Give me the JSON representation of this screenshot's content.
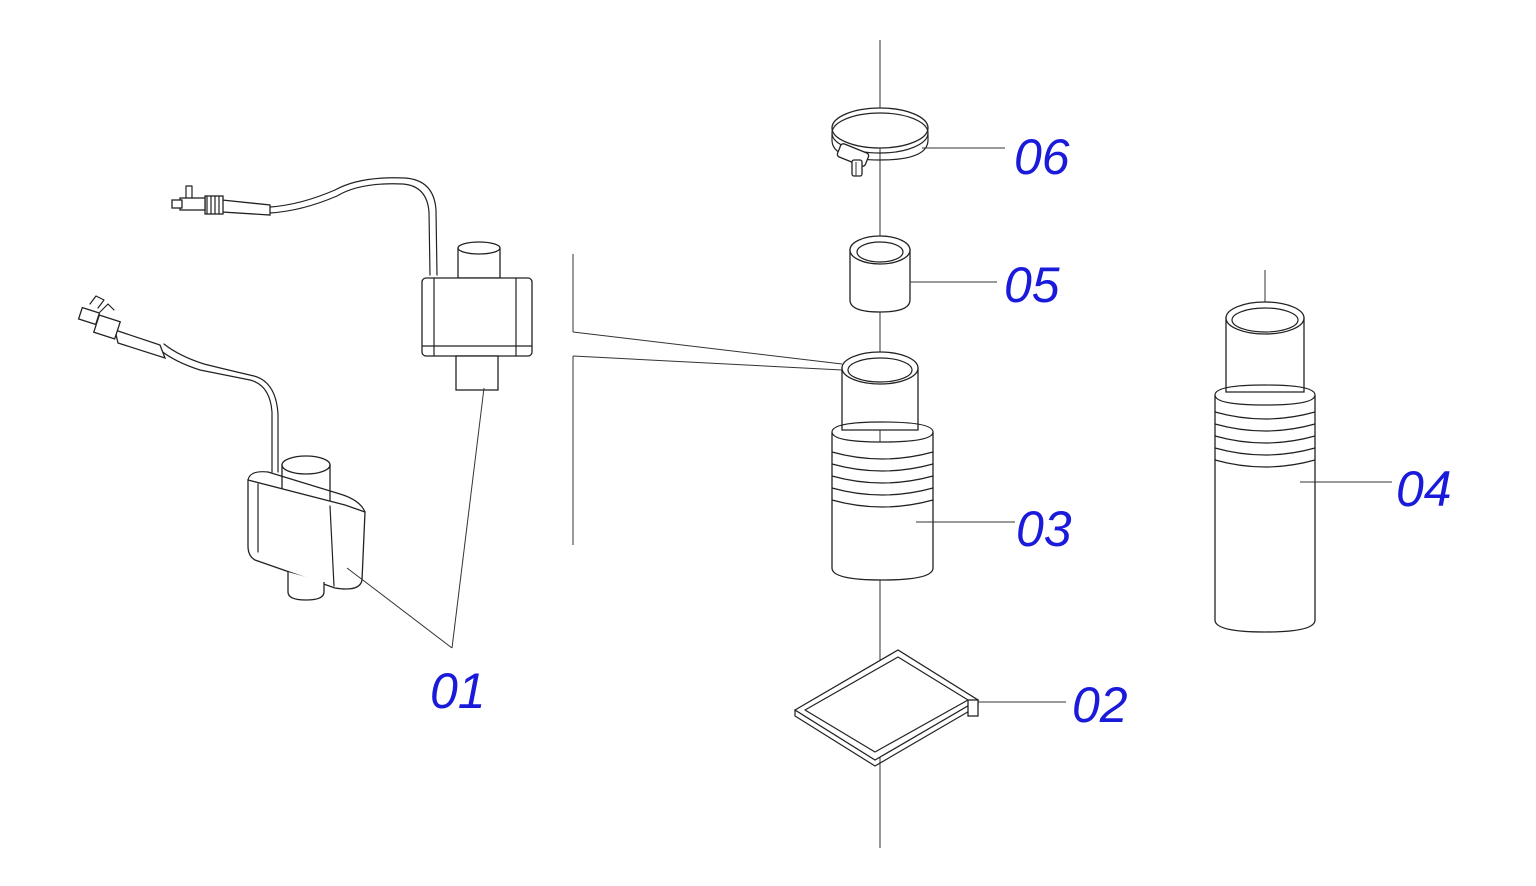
{
  "callouts": {
    "c01": "01",
    "c02": "02",
    "c03": "03",
    "c04": "04",
    "c05": "05",
    "c06": "06"
  },
  "colors": {
    "callout_text": "#1a1adb",
    "line_art": "#222222"
  }
}
